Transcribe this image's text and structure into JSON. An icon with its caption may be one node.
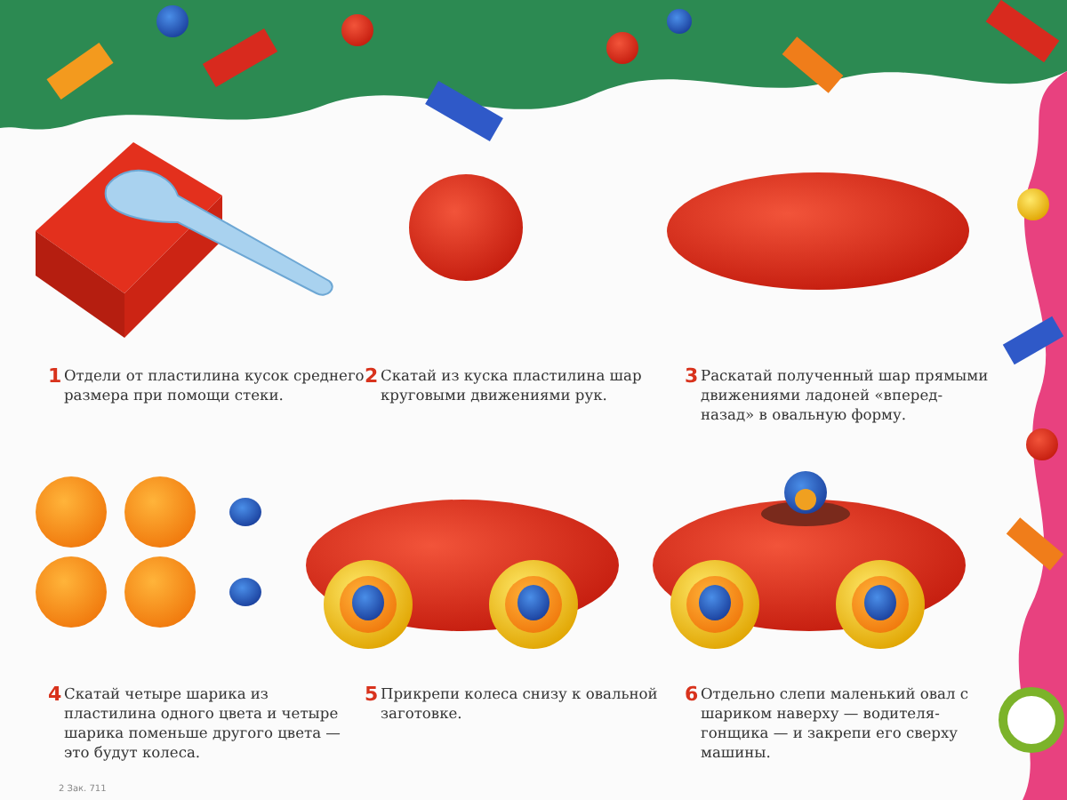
{
  "diagram": {
    "nodes": [
      {
        "text": [
          "1",
          "Отдели от пластилина кусок среднего размера при помощи стеки."
        ]
      },
      {
        "text": [
          "2",
          "Скатай из куска пластилина шар круговыми движениями рук."
        ]
      },
      {
        "text": [
          "3",
          "Раскатай полученный шар прямыми движениями ладоней «вперед-назад» в овальную форму."
        ]
      },
      {
        "text": [
          "4",
          "Скатай четыре шарика из пластилина одного цвета и четыре шарика поменьше другого цвета — это будут колеса."
        ]
      },
      {
        "text": [
          "5",
          "Прикрепи колеса снизу к овальной заготовке."
        ]
      },
      {
        "text": [
          "6",
          "Отдельно слепи маленький овал с шариком наверху — водителя-гонщика — и закрепи его сверху машины."
        ]
      }
    ],
    "labels": [
      "2 Зак. 711"
    ]
  }
}
